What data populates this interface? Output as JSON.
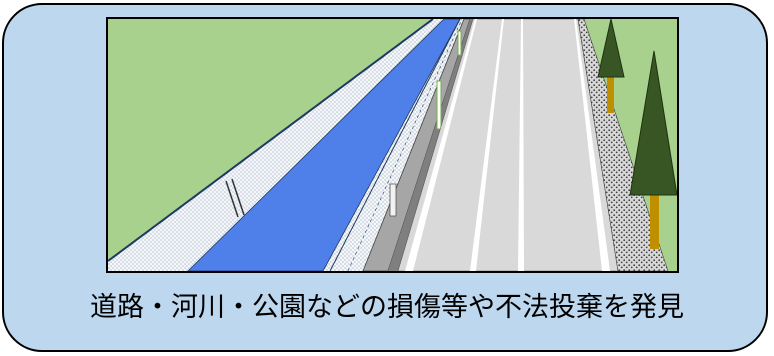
{
  "caption": "道路・河川・公園などの損傷等や不法投棄を発見",
  "colors": {
    "background": "#bdd7ee",
    "grass": "#a9d18e",
    "river": "#4f7fe8",
    "road": "#d9d9d9",
    "tree_foliage": "#375623",
    "tree_trunk": "#bf8f00"
  },
  "illustration": {
    "subject": "road-and-river-scene",
    "elements": [
      "grass-left",
      "river-embankment",
      "river-water",
      "guardrail",
      "road-lanes",
      "gravel-shoulder",
      "trees",
      "grass-right"
    ]
  }
}
